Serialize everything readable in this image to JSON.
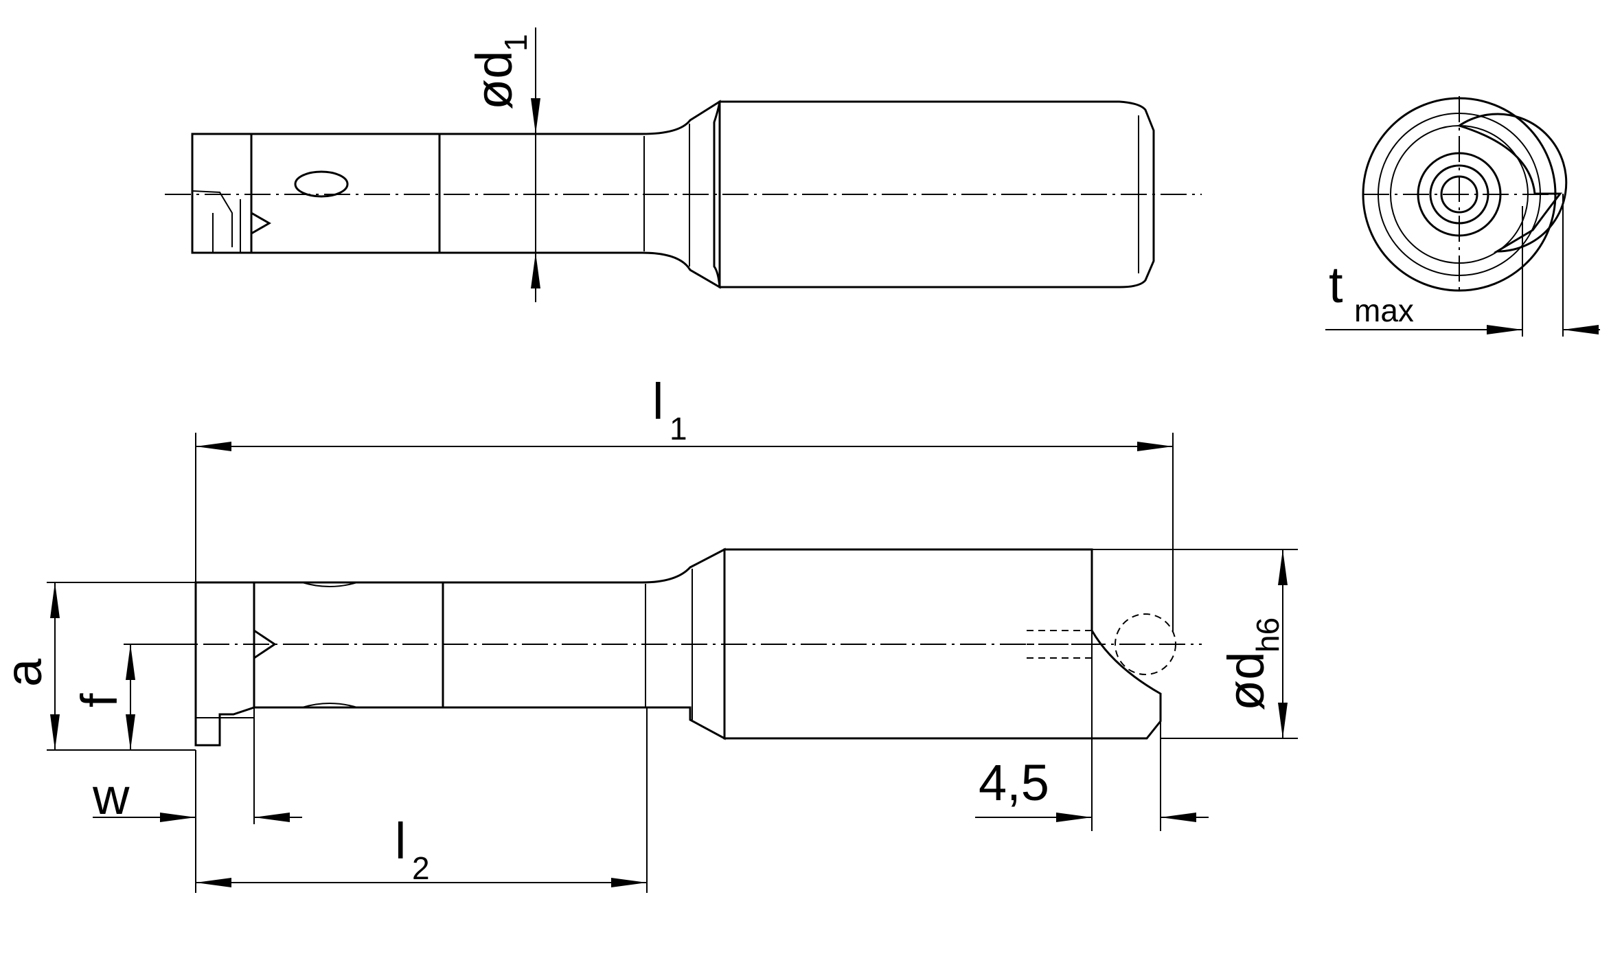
{
  "colors": {
    "insert": "#ffe400",
    "body_dark": "#a8a8a8",
    "body_light": "#c8c8c8",
    "background": "#ffffff",
    "line": "#000000"
  },
  "labels": {
    "d1": {
      "main": "ød",
      "sub": "1"
    },
    "tmax": {
      "main": "t",
      "sub": "max"
    },
    "l1": {
      "main": "l",
      "sub": "1"
    },
    "l2": {
      "main": "l",
      "sub": "2"
    },
    "a": "a",
    "f": "f",
    "w": "w",
    "dh6": {
      "main": "ød",
      "sub": "h6"
    },
    "dim45": "4,5"
  }
}
